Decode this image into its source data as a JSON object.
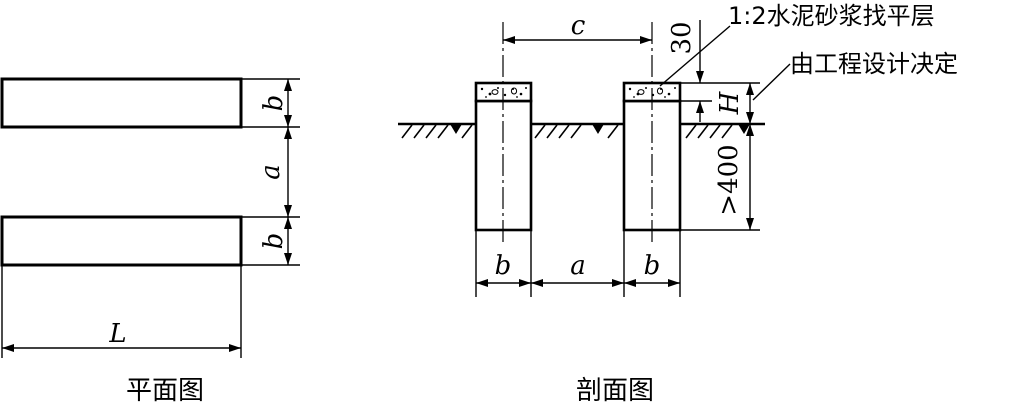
{
  "plan": {
    "title": "平面图",
    "dim_b_top": "b",
    "dim_a": "a",
    "dim_b_bottom": "b",
    "dim_L": "L"
  },
  "section": {
    "title": "剖面图",
    "dim_c": "c",
    "dim_30": "30",
    "dim_H": "H",
    "dim_400": ">400",
    "dim_b_left": "b",
    "dim_a": "a",
    "dim_b_right": "b",
    "note_mortar": "1:2水泥砂浆找平层",
    "note_design": "由工程设计决定"
  },
  "colors": {
    "ink": "#000000",
    "paper": "#ffffff"
  }
}
